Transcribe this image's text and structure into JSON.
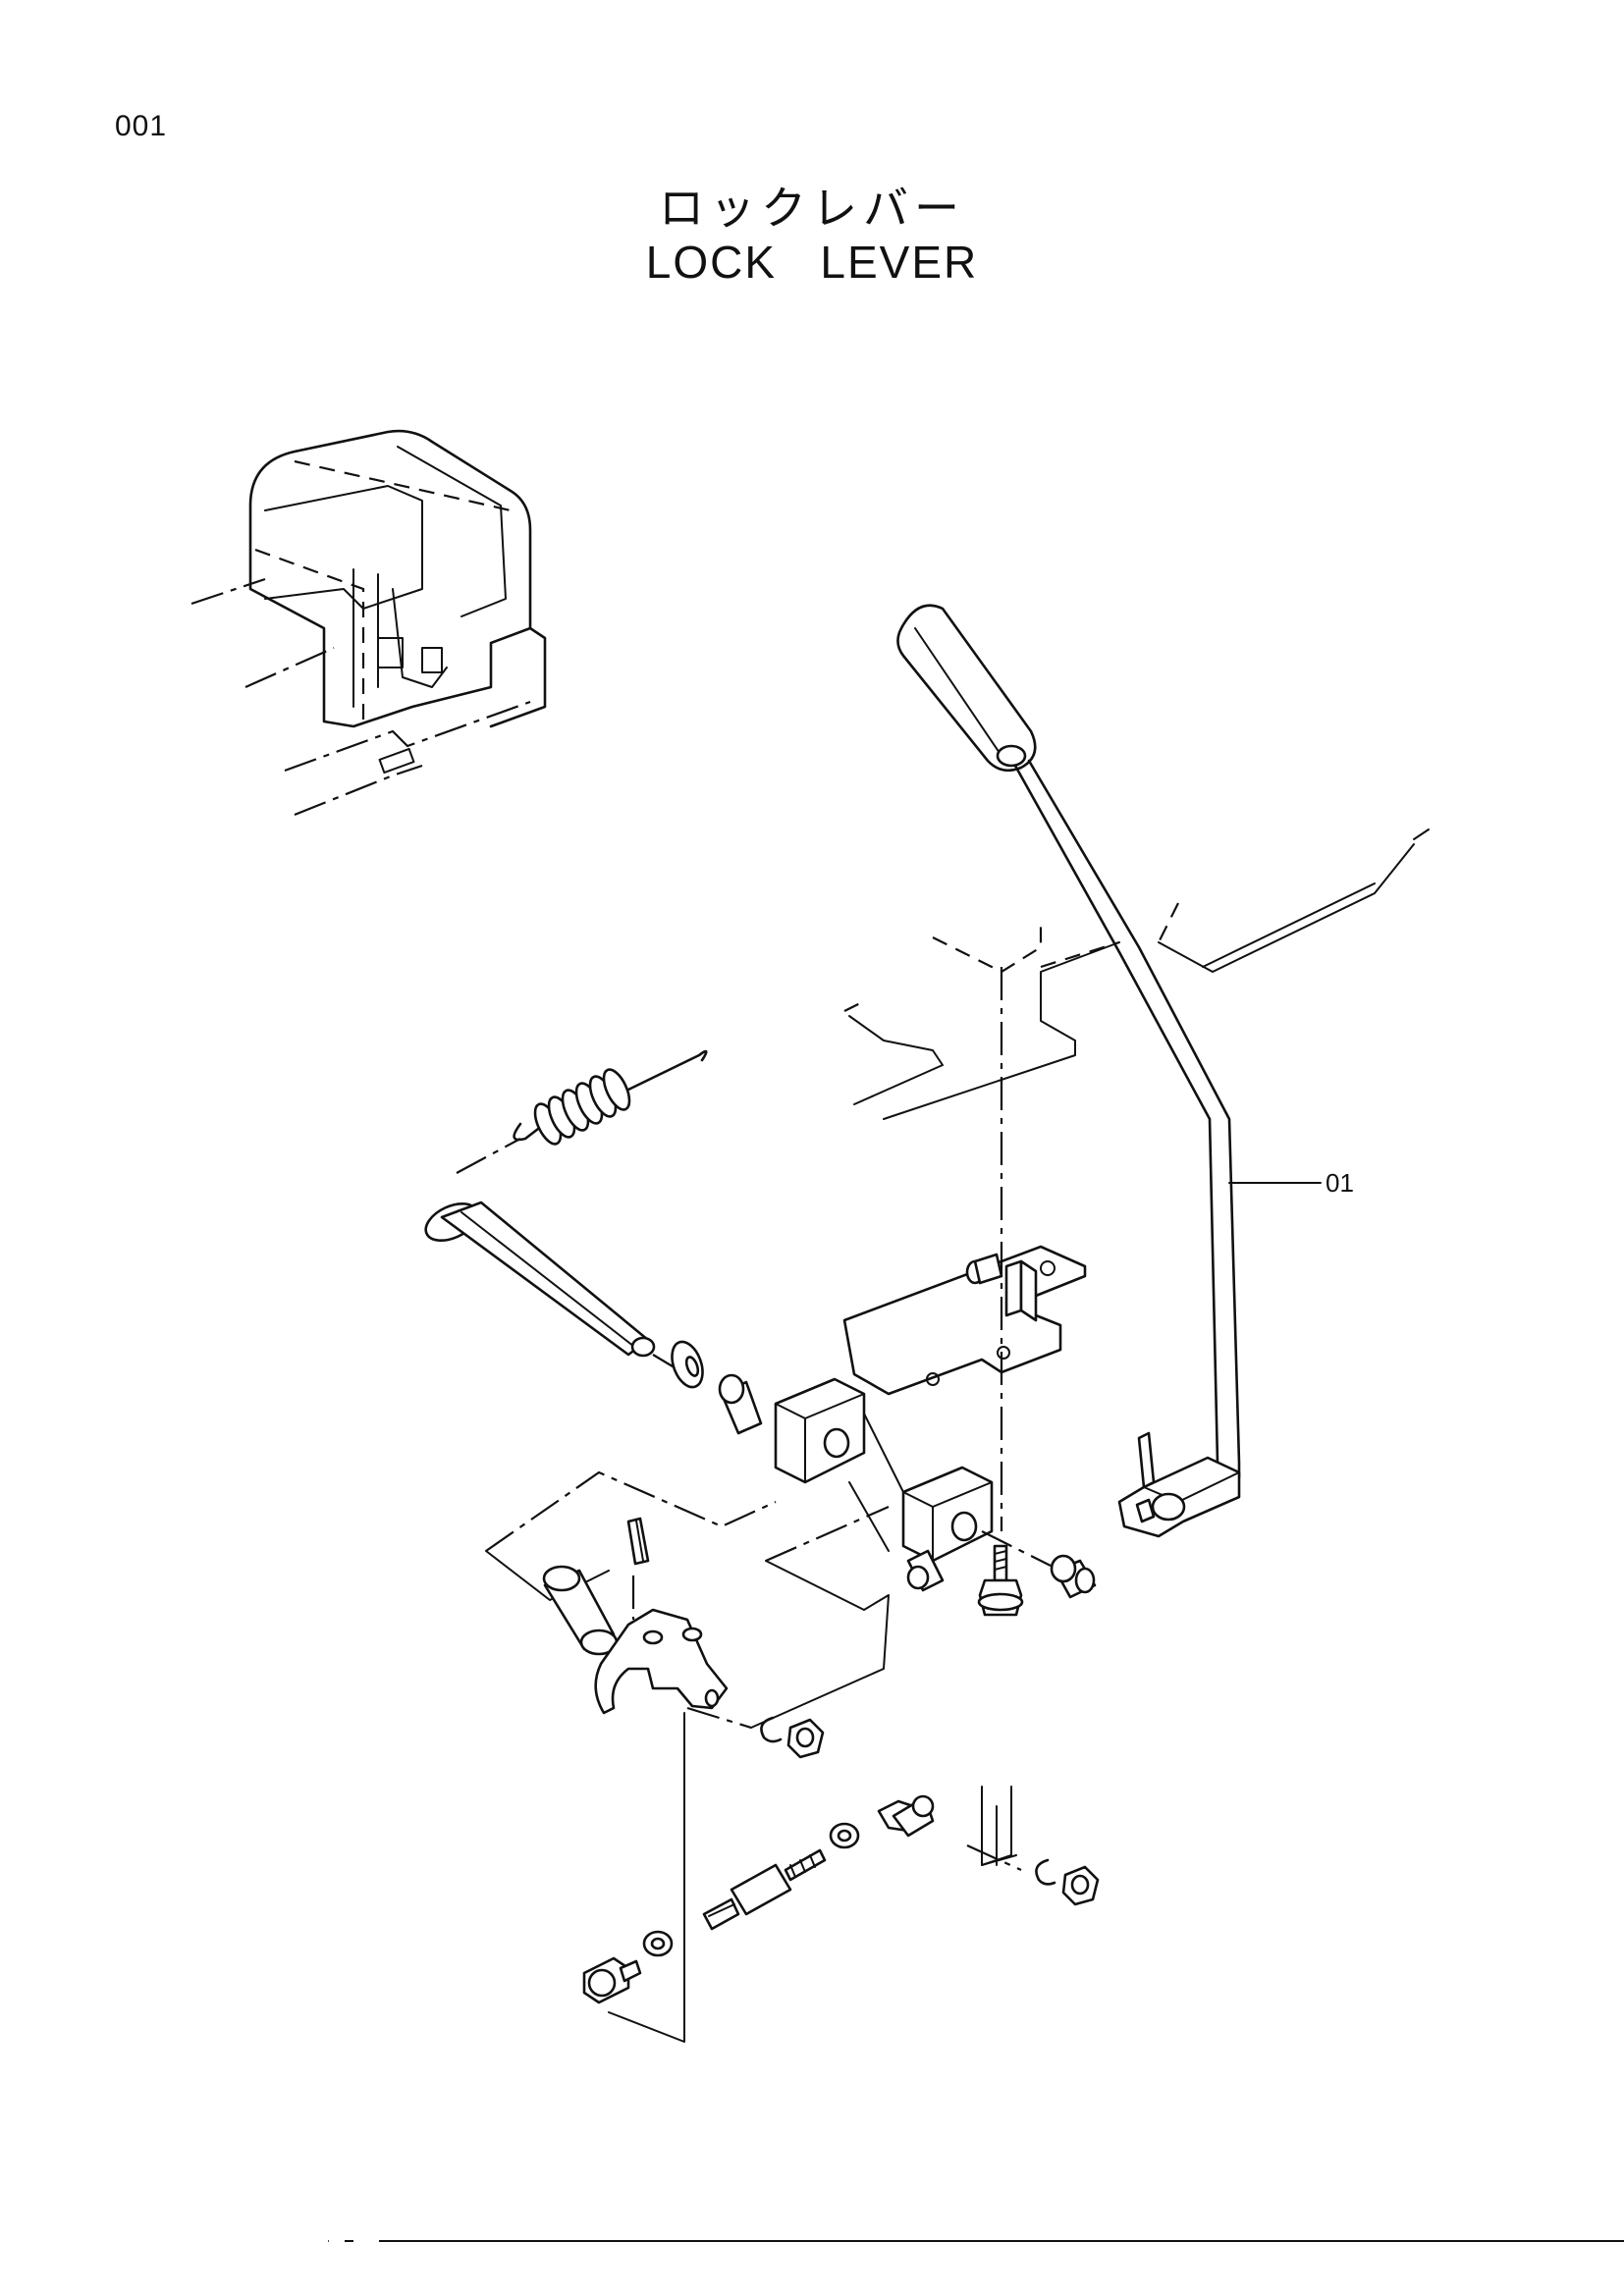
{
  "page": {
    "number": "001"
  },
  "title": {
    "japanese": "ロックレバー",
    "english": "LOCK   LEVER"
  },
  "callouts": [
    {
      "label": "01",
      "target": "lock-lever"
    }
  ]
}
